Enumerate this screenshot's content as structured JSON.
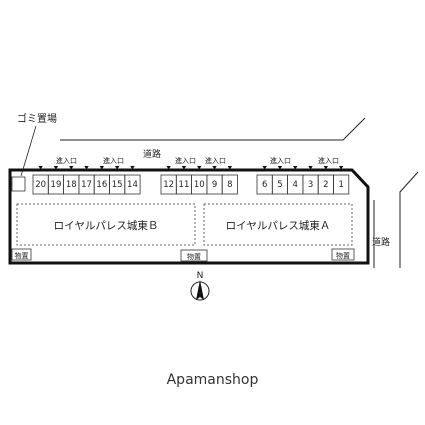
{
  "labels": {
    "garbage": "ゴミ置場",
    "road_top": "道路",
    "road_right": "道路",
    "building_b": "ロイヤルパレス城東Ｂ",
    "building_a": "ロイヤルパレス城東Ａ",
    "entrance": "進入口",
    "storage": "物置",
    "north": "N"
  },
  "parking_spaces": [
    "20",
    "19",
    "18",
    "17",
    "16",
    "15",
    "14",
    "12",
    "11",
    "10",
    "9",
    "8",
    "6",
    "5",
    "4",
    "3",
    "2",
    "1"
  ],
  "watermark": "Apamanshop",
  "colors": {
    "line": "#222222",
    "dashed": "#666666",
    "background": "#ffffff"
  }
}
